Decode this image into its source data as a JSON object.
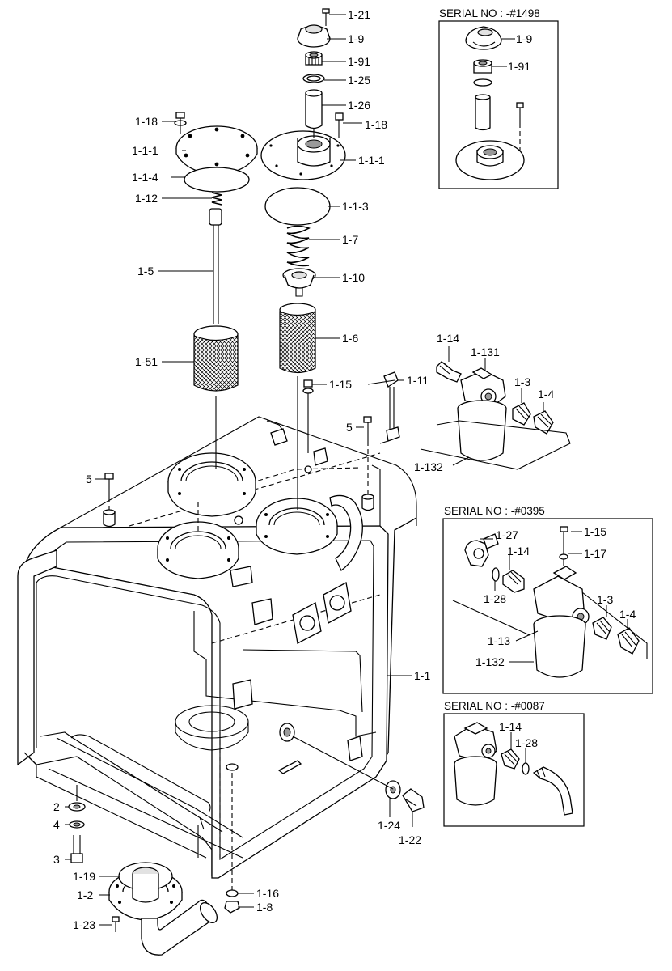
{
  "labels": {
    "p1_21": "1-21",
    "p1_9": "1-9",
    "p1_91": "1-91",
    "p1_25": "1-25",
    "p1_26": "1-26",
    "p1_18a": "1-18",
    "p1_18b": "1-18",
    "p1_1_1a": "1-1-1",
    "p1_1_1b": "1-1-1",
    "p1_1_4": "1-1-4",
    "p1_12": "1-12",
    "p1_1_3": "1-1-3",
    "p1_7": "1-7",
    "p1_5": "1-5",
    "p1_10": "1-10",
    "p1_6": "1-6",
    "p1_51": "1-51",
    "p1_14": "1-14",
    "p1_131": "1-131",
    "p1_15": "1-15",
    "p1_11": "1-11",
    "p1_3": "1-3",
    "p1_4": "1-4",
    "p5a": "5",
    "p5b": "5",
    "p1_132": "1-132",
    "p1_1": "1-1",
    "p2": "2",
    "p4": "4",
    "p3": "3",
    "p1_19": "1-19",
    "p1_2": "1-2",
    "p1_23": "1-23",
    "p1_24": "1-24",
    "p1_22": "1-22",
    "p1_16": "1-16",
    "p1_8": "1-8"
  },
  "insets": {
    "s1498": {
      "title": "SERIAL NO : -#1498",
      "labels": {
        "p1_9": "1-9",
        "p1_91": "1-91"
      }
    },
    "s0395": {
      "title": "SERIAL NO : -#0395",
      "labels": {
        "p1_27": "1-27",
        "p1_14": "1-14",
        "p1_15": "1-15",
        "p1_17": "1-17",
        "p1_28": "1-28",
        "p1_3": "1-3",
        "p1_4": "1-4",
        "p1_13": "1-13",
        "p1_132": "1-132"
      }
    },
    "s0087": {
      "title": "SERIAL NO : -#0087",
      "labels": {
        "p1_14": "1-14",
        "p1_28": "1-28"
      }
    }
  }
}
